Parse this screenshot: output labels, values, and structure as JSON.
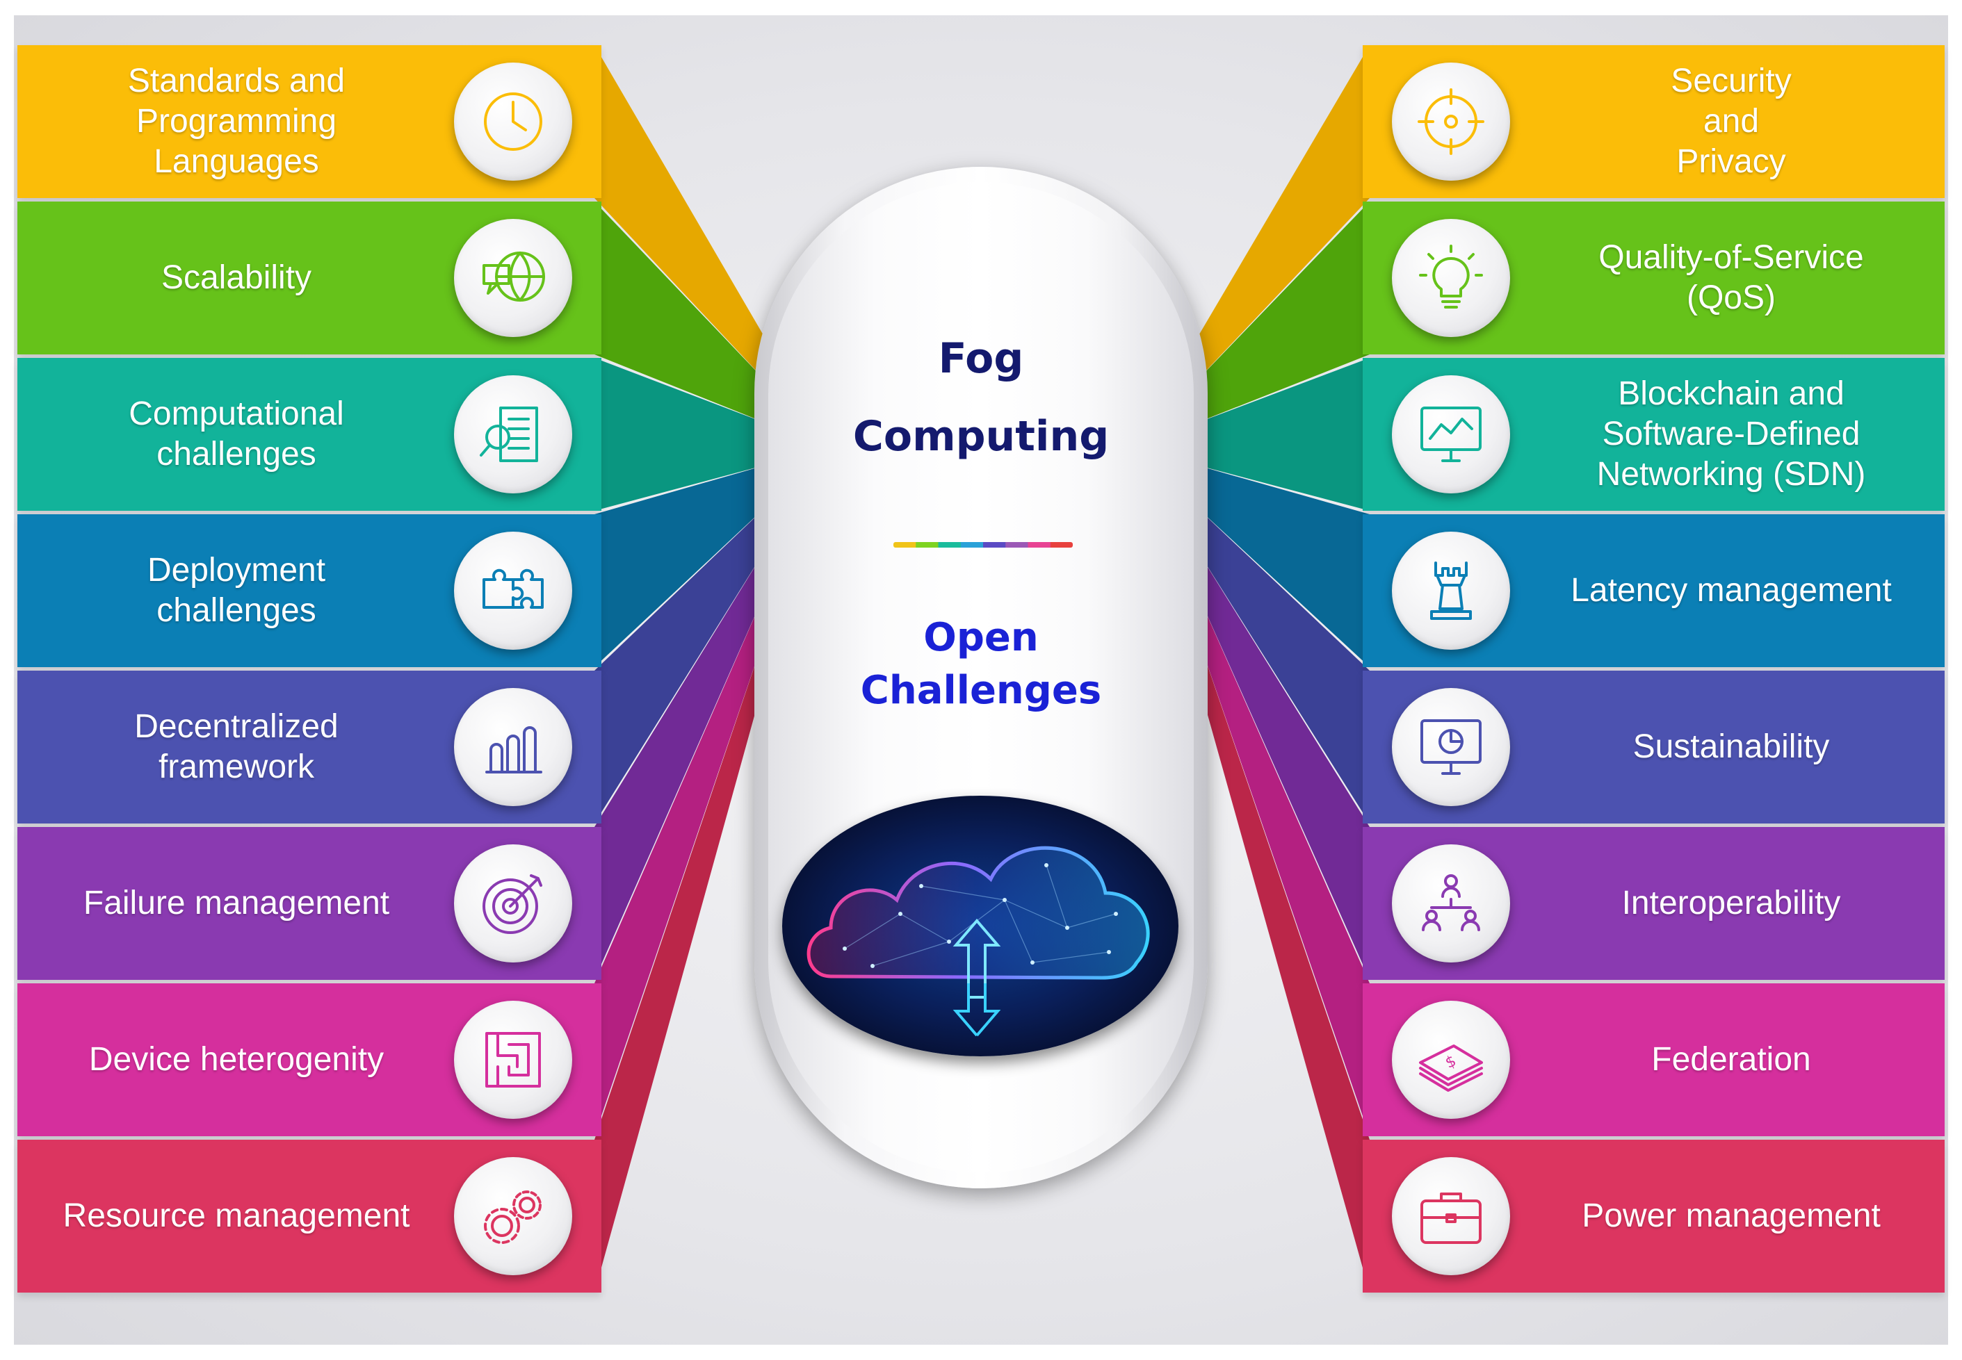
{
  "center": {
    "title": "Fog\nComputing",
    "subtitle": "Open\nChallenges",
    "divider_colors": [
      "#f0c419",
      "#7ed321",
      "#1abc9c",
      "#2aa1d8",
      "#5b4bc4",
      "#9b59b6",
      "#e84393",
      "#e8413e"
    ],
    "title_color": "#141a6e",
    "subtitle_color": "#1a22d6"
  },
  "left_items": [
    {
      "label": "Standards and\nProgramming\nLanguages",
      "icon": "clock-icon",
      "color": "#fbbd08",
      "dark": "#e6a800"
    },
    {
      "label": "Scalability",
      "icon": "globe-chat-icon",
      "color": "#66c21a",
      "dark": "#4fa40b"
    },
    {
      "label": "Computational\nchallenges",
      "icon": "document-search-icon",
      "color": "#12b39a",
      "dark": "#0a9680"
    },
    {
      "label": "Deployment\nchallenges",
      "icon": "puzzle-icon",
      "color": "#0b7fb5",
      "dark": "#086895"
    },
    {
      "label": "Decentralized\nframework",
      "icon": "bar-chart-icon",
      "color": "#4c52b0",
      "dark": "#3b4196"
    },
    {
      "label": "Failure management",
      "icon": "target-icon",
      "color": "#8a3ab1",
      "dark": "#712a96"
    },
    {
      "label": "Device heterogenity",
      "icon": "maze-icon",
      "color": "#d52f9d",
      "dark": "#b42081"
    },
    {
      "label": "Resource management",
      "icon": "gears-icon",
      "color": "#dc3560",
      "dark": "#bb2649"
    }
  ],
  "right_items": [
    {
      "label": "Security\nand\nPrivacy",
      "icon": "crosshair-icon",
      "color": "#fbbd08",
      "dark": "#e6a800"
    },
    {
      "label": "Quality-of-Service\n(QoS)",
      "icon": "lightbulb-icon",
      "color": "#66c21a",
      "dark": "#4fa40b"
    },
    {
      "label": "Blockchain and\nSoftware-Defined\nNetworking (SDN)",
      "icon": "monitor-chart-icon",
      "color": "#12b39a",
      "dark": "#0a9680"
    },
    {
      "label": "Latency management",
      "icon": "chess-rook-icon",
      "color": "#0b7fb5",
      "dark": "#086895"
    },
    {
      "label": "Sustainability",
      "icon": "monitor-pie-icon",
      "color": "#4c52b0",
      "dark": "#3b4196"
    },
    {
      "label": "Interoperability",
      "icon": "org-people-icon",
      "color": "#8a3ab1",
      "dark": "#712a96"
    },
    {
      "label": "Federation",
      "icon": "money-stack-icon",
      "color": "#d52f9d",
      "dark": "#b42081"
    },
    {
      "label": "Power management",
      "icon": "briefcase-icon",
      "color": "#dc3560",
      "dark": "#bb2649"
    }
  ]
}
